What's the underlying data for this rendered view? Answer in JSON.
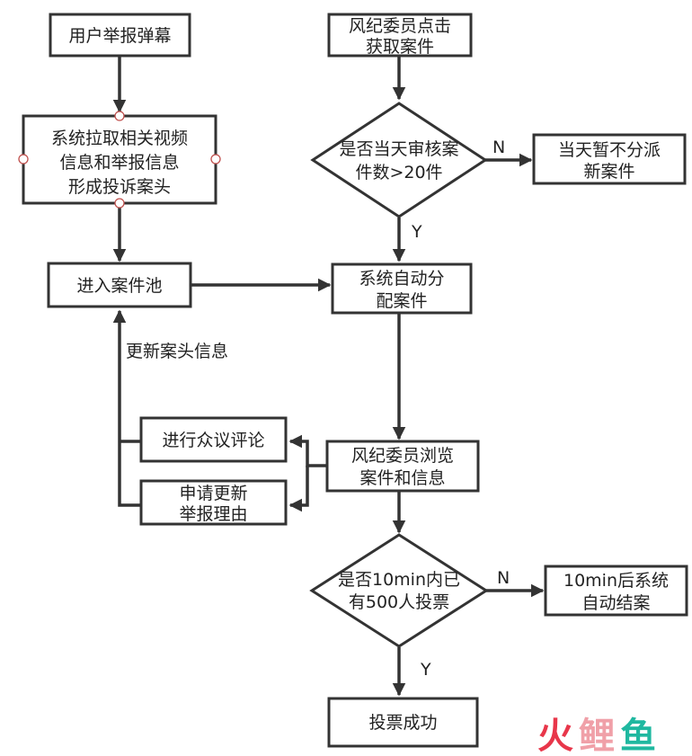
{
  "nodes": {
    "user_report": {
      "lines": [
        "用户举报弹幕"
      ]
    },
    "pull_info": {
      "lines": [
        "系统拉取相关视频",
        "信息和举报信息",
        "形成投诉案头"
      ]
    },
    "case_pool": {
      "lines": [
        "进入案件池"
      ]
    },
    "fetch_case": {
      "lines": [
        "风纪委员点击",
        "获取案件"
      ]
    },
    "daily_check": {
      "lines": [
        "是否当天审核案",
        "件数>20件"
      ]
    },
    "no_new_case": {
      "lines": [
        "当天暂不分派",
        "新案件"
      ]
    },
    "auto_assign": {
      "lines": [
        "系统自动分",
        "配案件"
      ]
    },
    "browse": {
      "lines": [
        "风纪委员浏览",
        "案件和信息"
      ]
    },
    "comment": {
      "lines": [
        "进行众议评论"
      ]
    },
    "update_reason": {
      "lines": [
        "申请更新",
        "举报理由"
      ]
    },
    "vote_check": {
      "lines": [
        "是否10min内已",
        "有500人投票"
      ]
    },
    "auto_close": {
      "lines": [
        "10min后系统",
        "自动结案"
      ]
    },
    "vote_success": {
      "lines": [
        "投票成功"
      ]
    }
  },
  "edge_labels": {
    "daily_no": "N",
    "daily_yes": "Y",
    "vote_no": "N",
    "vote_yes": "Y",
    "update_case_head": "更新案头信息"
  },
  "watermark": {
    "text": "火鲤鱼",
    "colors": [
      "#e8364a",
      "#f0a0a8",
      "#1fb8a0"
    ]
  },
  "colors": {
    "stroke": "#333333",
    "handle": "#c0504d"
  }
}
